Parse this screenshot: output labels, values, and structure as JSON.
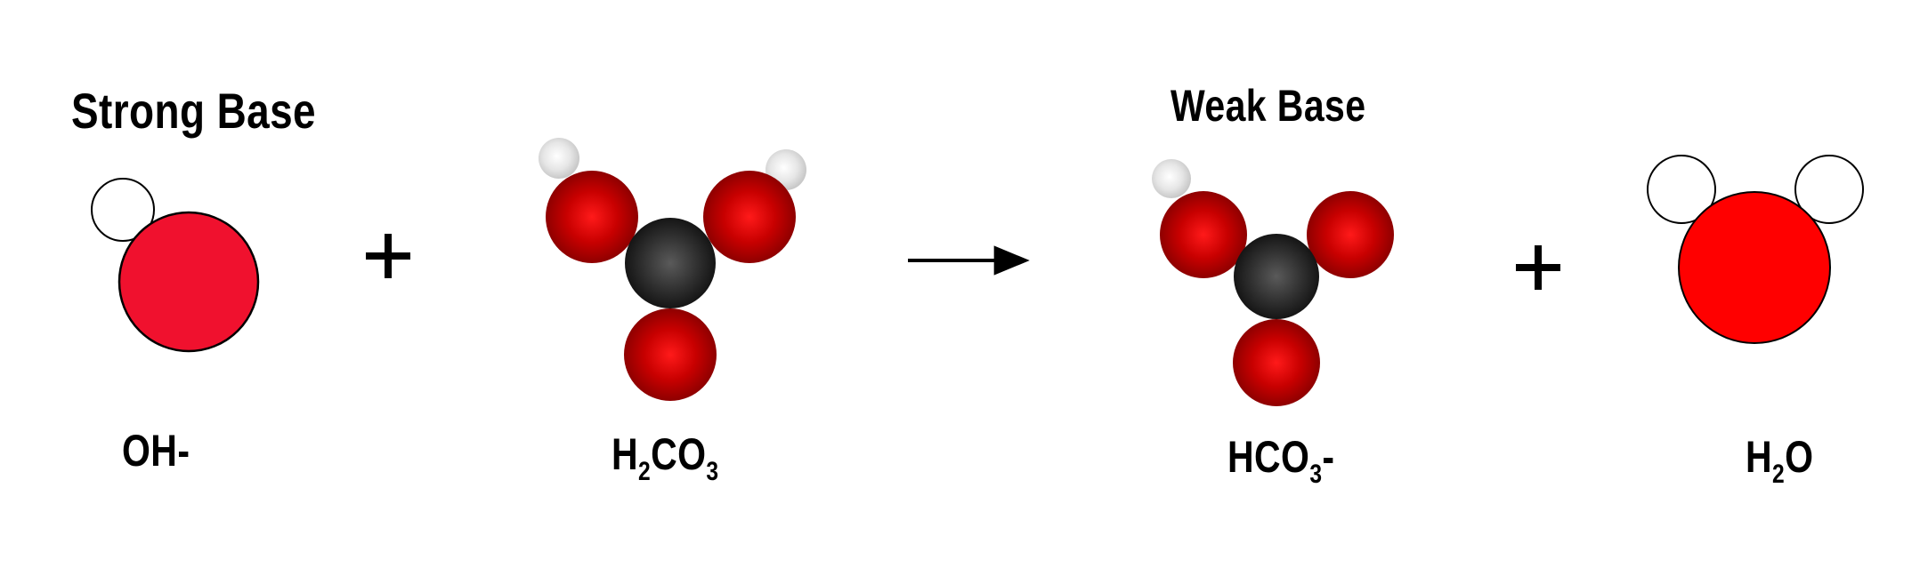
{
  "headings": {
    "strong_base": "Strong Base",
    "weak_base": "Weak Base"
  },
  "operators": {
    "plus": "+"
  },
  "formulas": {
    "oh": {
      "text": "OH-"
    },
    "h2co3": {
      "parts": [
        "H",
        "2",
        "CO",
        "3"
      ]
    },
    "hco3": {
      "parts": [
        "HCO",
        "3",
        "-"
      ]
    },
    "h2o": {
      "parts": [
        "H",
        "2",
        "O"
      ]
    }
  },
  "colors": {
    "oxygen_dark_red": "#b00000",
    "oxygen_bright_red": "#ff0000",
    "hydroxide_oxygen": "#f0112e",
    "carbon": "#2b2b2b",
    "hydrogen_grey": "#e4e4e4",
    "outline": "#000000"
  }
}
